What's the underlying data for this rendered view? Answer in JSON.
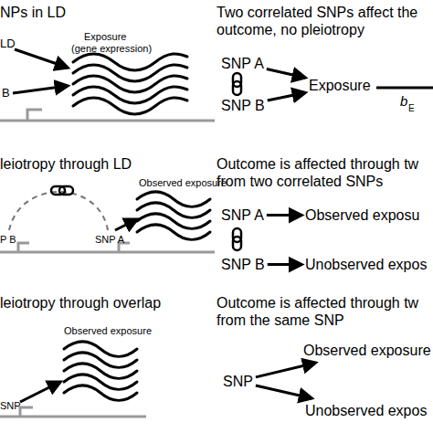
{
  "diagram": {
    "nodes": [
      {
        "text": [
          "SNP A"
        ]
      },
      {
        "text": [
          "SNP B"
        ]
      },
      {
        "text": [
          "Exposure"
        ]
      },
      {
        "text": [
          "SNP A"
        ]
      },
      {
        "text": [
          "Observed exposu"
        ]
      },
      {
        "text": [
          "SNP B"
        ]
      },
      {
        "text": [
          "Unobserved expos"
        ]
      },
      {
        "text": [
          "SNP"
        ]
      },
      {
        "text": [
          "Observed exposure"
        ]
      },
      {
        "text": [
          "Unobserved expos"
        ]
      }
    ],
    "edges": [
      {
        "from": 0,
        "to": 2,
        "arrow": "to"
      },
      {
        "from": 1,
        "to": 2,
        "arrow": "to"
      },
      {
        "from": 3,
        "to": 4,
        "arrow": "to"
      },
      {
        "from": 5,
        "to": 6,
        "arrow": "to"
      },
      {
        "from": 7,
        "to": 8,
        "arrow": "to"
      },
      {
        "from": 7,
        "to": 9,
        "arrow": "to"
      }
    ],
    "labels": [
      "NPs in LD",
      "Two correlated SNPs affect the outcome, no pleiotropy",
      "LD",
      "Exposure",
      "(gene expression)",
      "B",
      "b",
      "E",
      "leiotropy through LD",
      "Outcome is affected through tw from two correlated SNPs",
      "Observed exposure",
      "P B",
      "SNP A",
      "leiotropy through overlap",
      "Outcome is affected through tw from the same SNP",
      "Observed exposure",
      "SNP"
    ]
  }
}
